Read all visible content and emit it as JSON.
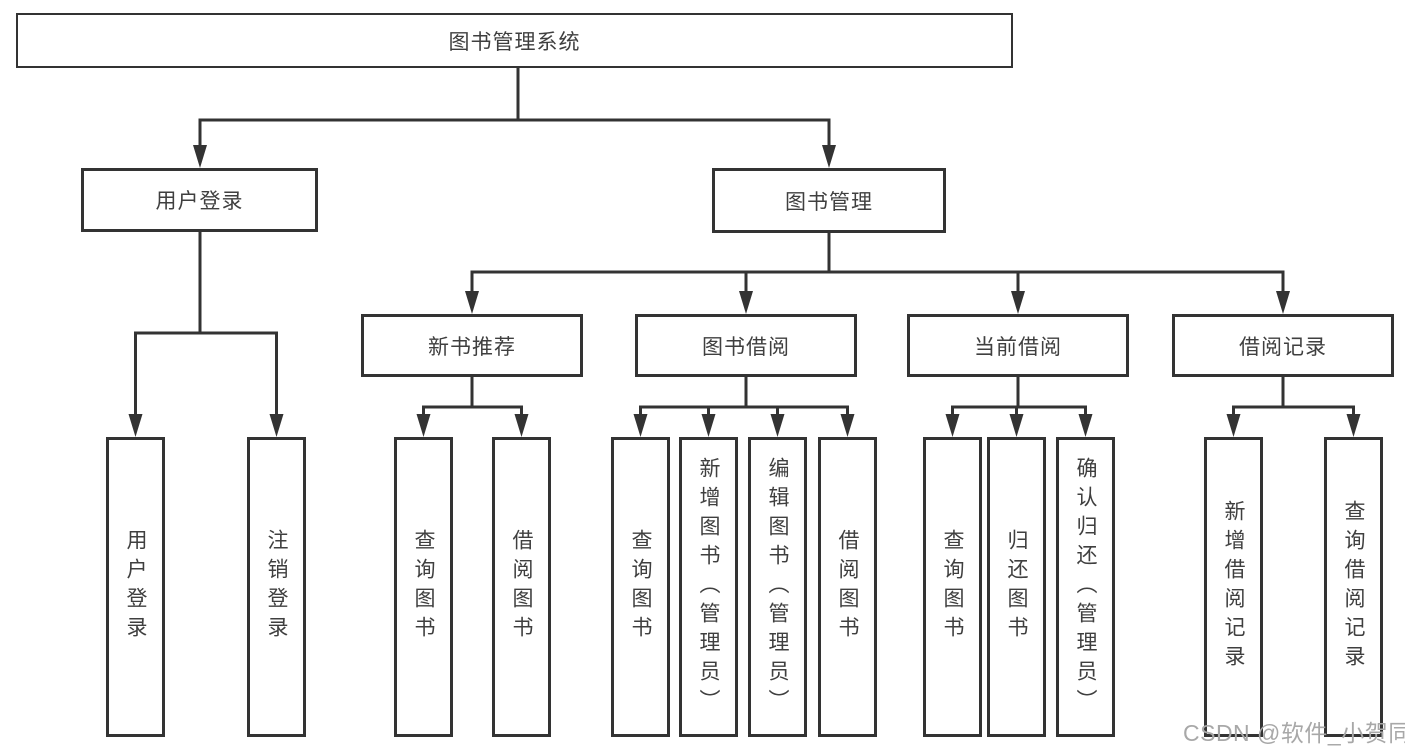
{
  "diagram": {
    "root": {
      "label": "图书管理系统"
    },
    "branches": [
      {
        "label": "用户登录",
        "children": [
          {
            "label": "用户登录"
          },
          {
            "label": "注销登录"
          }
        ]
      },
      {
        "label": "图书管理",
        "children": [
          {
            "label": "新书推荐",
            "children": [
              {
                "label": "查询图书"
              },
              {
                "label": "借阅图书"
              }
            ]
          },
          {
            "label": "图书借阅",
            "children": [
              {
                "label": "查询图书"
              },
              {
                "label": "新增图书（管理员）"
              },
              {
                "label": "编辑图书（管理员）"
              },
              {
                "label": "借阅图书"
              }
            ]
          },
          {
            "label": "当前借阅",
            "children": [
              {
                "label": "查询图书"
              },
              {
                "label": "归还图书"
              },
              {
                "label": "确认归还（管理员）"
              }
            ]
          },
          {
            "label": "借阅记录",
            "children": [
              {
                "label": "新增借阅记录"
              },
              {
                "label": "查询借阅记录"
              }
            ]
          }
        ]
      }
    ]
  },
  "watermark": {
    "text": "CSDN @软件_小贺同学"
  },
  "colors": {
    "line": "#333333",
    "border": "#333333",
    "fill": "#ffffff",
    "text": "#3f3f3f",
    "watermark": "#a8a8a8",
    "background": "#ffffff"
  }
}
